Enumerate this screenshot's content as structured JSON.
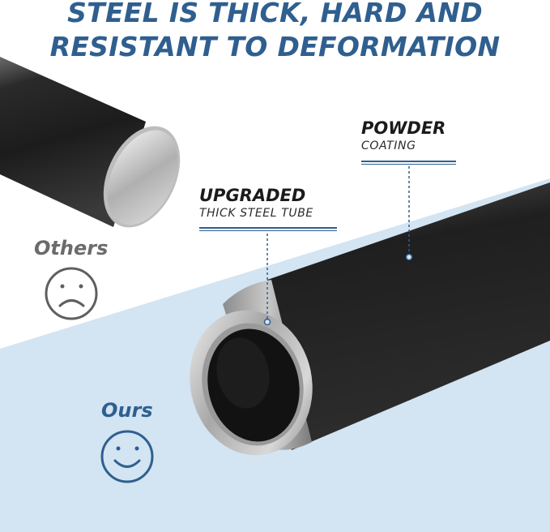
{
  "headline": {
    "line1": "STEEL IS THICK, HARD AND",
    "line2": "RESISTANT TO DEFORMATION"
  },
  "callouts": {
    "powder": {
      "title": "POWDER",
      "subtitle": "COATING"
    },
    "upgraded": {
      "title": "UPGRADED",
      "subtitle": "THICK STEEL TUBE"
    }
  },
  "comparison": {
    "others": {
      "label": "Others",
      "icon": "sad-face-icon"
    },
    "ours": {
      "label": "Ours",
      "icon": "smiley-face-icon"
    }
  },
  "colors": {
    "brand_blue": "#2f5f8f",
    "light_blue_bg": "#d3e4f2",
    "gray_text": "#6b6b6b"
  }
}
